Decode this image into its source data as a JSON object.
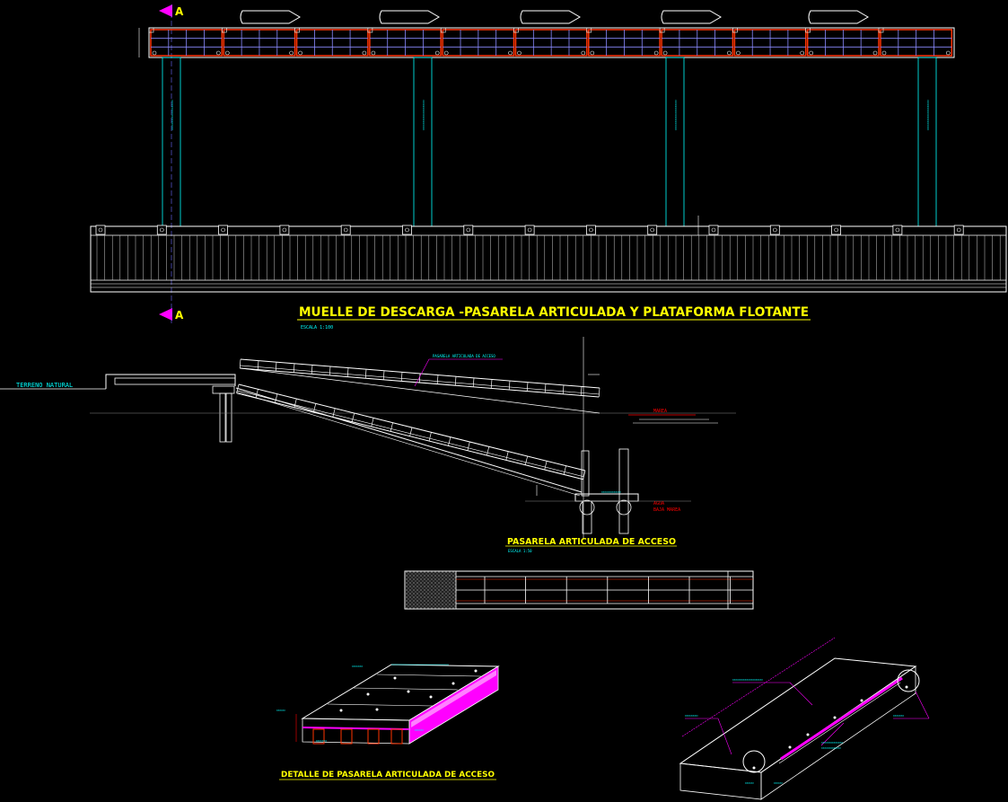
{
  "drawing": {
    "section_marker": "A",
    "main_title": "MUELLE DE DESCARGA -PASARELA ARTICULADA Y PLATAFORMA FLOTANTE",
    "main_scale": "ESCALA 1:100",
    "pasarela_title": "PASARELA ARTICULADA DE ACCESO",
    "pasarela_scale": "ESCALA 1:50",
    "detail_title": "DETALLE DE PASARELA ARTICULADA DE ACCESO",
    "terrain_label": "TERRENO NATURAL",
    "beam_label": "PASARELA ARTICULADA DE ACCESO",
    "water_high": "MAREA",
    "water_low_1": "AGUA",
    "water_low_2": "BAJA MAREA"
  },
  "colors": {
    "background": "#000000",
    "title": "#ffff00",
    "structure": "#ffffff",
    "section_marker": "#ff00ff",
    "frame": "#ff3300",
    "grid": "#8a8aff",
    "guide": "#00ffff",
    "water": "#ff0000",
    "highlight": "#ff00ff"
  }
}
